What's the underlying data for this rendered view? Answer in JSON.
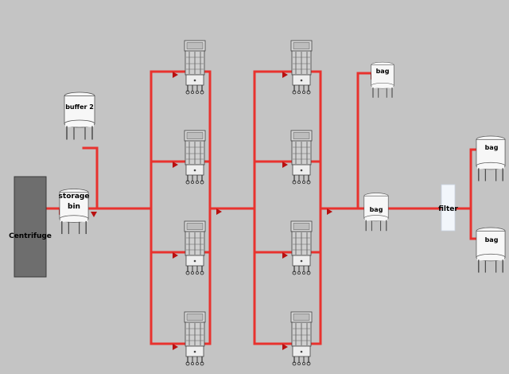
{
  "labels": {
    "centrifuge": "Centrifuge",
    "buffer": "buffer 2",
    "storage_line1": "storage",
    "storage_line2": "bin",
    "bag": "bag",
    "filter": "filter"
  },
  "colors": {
    "background": "#c4c4c4",
    "pipe": "#e8322e",
    "arrow": "#b81010",
    "centrifuge": "#6e6e6e",
    "tank": "#f7f7f7",
    "filter": "#f2f6fb"
  },
  "icons": [
    "centrifuge-icon",
    "tank-icon",
    "chromatography-column-icon",
    "filter-icon",
    "flow-arrow-icon"
  ]
}
